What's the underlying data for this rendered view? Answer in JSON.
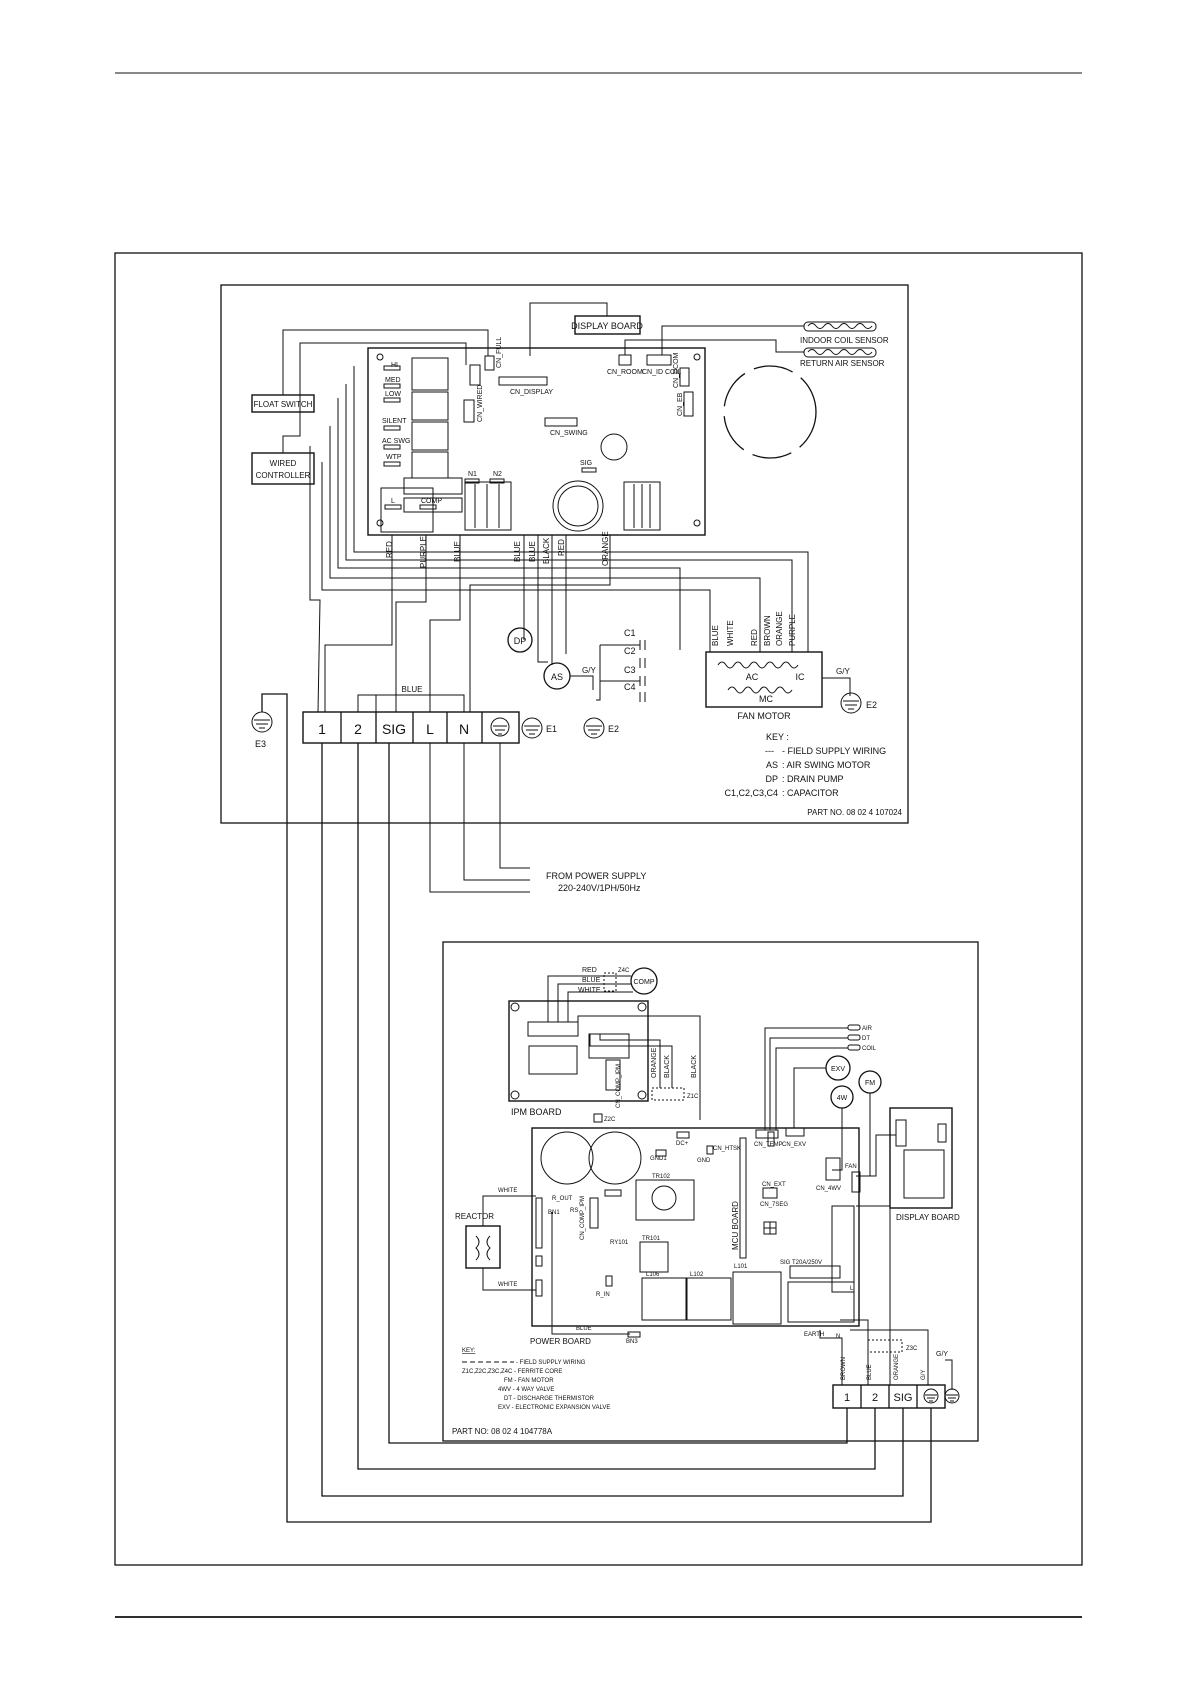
{
  "indoor": {
    "labels": {
      "display_board": "DISPLAY BOARD",
      "indoor_coil_sensor": "INDOOR COIL SENSOR",
      "return_air_sensor": "RETURN AIR SENSOR",
      "float_switch": "FLOAT SWITCH",
      "wired_controller_1": "WIRED",
      "wired_controller_2": "CONTROLLER",
      "cn_full": "CN_FULL",
      "cn_display": "CN_DISPLAY",
      "cn_room": "CN_ROOM",
      "cn_id_coil": "CN_ID COIL",
      "cn_dcom": "CN_DCOM",
      "cn_eb": "CN_EB",
      "cn_wired": "CN_WIRED",
      "cn_swing": "CN_SWING",
      "hi": "HI",
      "med": "MED",
      "low": "LOW",
      "silent": "SILENT",
      "ac_swg": "AC SWG",
      "wtp": "WTP",
      "n1": "N1",
      "n2": "N2",
      "sig": "SIG",
      "l": "L",
      "comp": "COMP",
      "wire_red": "RED",
      "wire_purple": "PURPLE",
      "wire_blue_1": "BLUE",
      "wire_blue_2": "BLUE",
      "wire_blue_3": "BLUE",
      "wire_black": "BLACK",
      "wire_red_2": "RED",
      "wire_orange": "ORANGE",
      "fm_blue": "BLUE",
      "fm_white": "WHITE",
      "fm_red": "RED",
      "fm_brown": "BROWN",
      "fm_orange": "ORANGE",
      "fm_purple": "PURPLE",
      "dp": "DP",
      "as": "AS",
      "c1": "C1",
      "c2": "C2",
      "c3": "C3",
      "c4": "C4",
      "ac": "AC",
      "ic": "IC",
      "mc": "MC",
      "fan_motor": "FAN MOTOR",
      "gy_1": "G/Y",
      "gy_2": "G/Y",
      "e1": "E1",
      "e2": "E2",
      "e2b": "E2",
      "e3": "E3",
      "blue_bus": "BLUE",
      "t1": "1",
      "t2": "2",
      "tsig": "SIG",
      "tl": "L",
      "tn": "N"
    },
    "key": {
      "title": "KEY :",
      "field": "- FIELD SUPPLY WIRING",
      "as_abbr": "AS",
      "as_desc": ": AIR SWING MOTOR",
      "dp_abbr": "DP",
      "dp_desc": ": DRAIN PUMP",
      "c_abbr": "C1,C2,C3,C4",
      "c_desc": ": CAPACITOR"
    },
    "part_no": "PART NO. 08 02 4 107024",
    "power_supply_1": "FROM POWER SUPPLY",
    "power_supply_2": "220-240V/1PH/50Hz"
  },
  "outdoor": {
    "labels": {
      "red": "RED",
      "blue": "BLUE",
      "white": "WHITE",
      "z4c": "Z4C",
      "comp": "COMP",
      "ipm_board": "IPM BOARD",
      "cn_comp_ipm": "CN_COMP_IPM",
      "orange": "ORANGE",
      "black_1": "BLACK",
      "black_2": "BLACK",
      "z1c": "Z1C",
      "z2c": "Z2C",
      "z3c": "Z3C",
      "air": "AIR",
      "dt": "DT",
      "coil": "COIL",
      "exv": "EXV",
      "fm": "FM",
      "fourwv": "4W",
      "cn_temp": "CN_TEMP",
      "cn_exv": "CN_EXV",
      "gnd1": "GND1",
      "dc_plus": "DC+",
      "cn_htsk": "CN_HTSK",
      "gnd": "GND",
      "tr102": "TR102",
      "tr101": "TR101",
      "ry101": "RY101",
      "r_out": "R_OUT",
      "bn1": "BN1",
      "rs": "RS",
      "r_in": "R_IN",
      "l106": "L106",
      "l102": "L102",
      "l101": "L101",
      "bn3": "BN3",
      "mcu_board": "MCU BOARD",
      "cn_ext": "CN_EXT",
      "cn_7seg": "CN_7SEG",
      "cn_4wv": "CN_4WV",
      "fan": "FAN",
      "sig": "SIG",
      "fuse": "T20A/250V",
      "l": "L",
      "earth": "EARTH",
      "n": "N",
      "display_board": "DISPLAY BOARD",
      "reactor": "REACTOR",
      "white_1": "WHITE",
      "white_2": "WHITE",
      "blue_bn3": "BLUE",
      "power_board": "POWER BOARD",
      "brown": "BROWN",
      "blue_t": "BLUE",
      "orange_t": "ORANGE",
      "gy_t": "G/Y",
      "gy": "G/Y",
      "t1": "1",
      "t2": "2",
      "tsig": "SIG"
    },
    "key": {
      "title": "KEY:",
      "field": "- FIELD SUPPLY WIRING",
      "ferrite": "Z1C,Z2C,Z3C,Z4C - FERRITE CORE",
      "fm": "FM - FAN MOTOR",
      "fourwv": "4WV - 4 WAY VALVE",
      "dt": "DT - DISCHARGE THERMISTOR",
      "exv": "EXV - ELECTRONIC EXPANSION VALVE"
    },
    "part_no": "PART NO: 08 02 4 104778A"
  }
}
